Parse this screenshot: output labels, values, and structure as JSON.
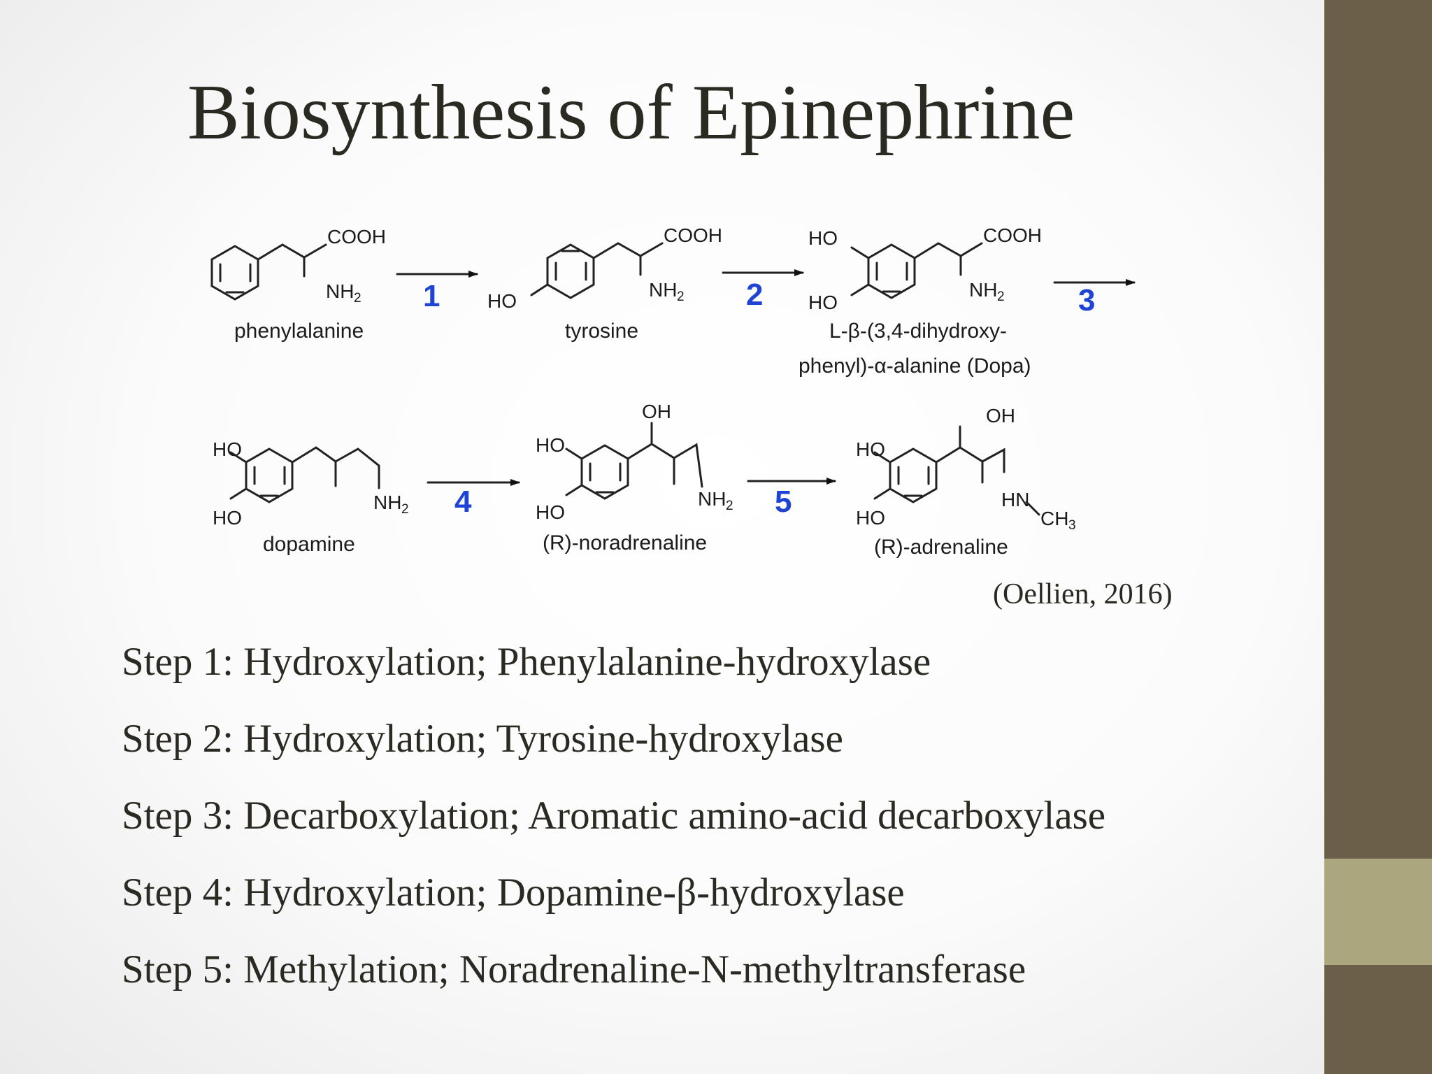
{
  "slide": {
    "title": "Biosynthesis of Epinephrine",
    "citation": "(Oellien, 2016)",
    "colors": {
      "sidebar": "#6b5f49",
      "sidebar_accent": "#aba67e",
      "step_number": "#1f44d4"
    }
  },
  "diagram": {
    "compounds": {
      "phenylalanine": "phenylalanine",
      "tyrosine": "tyrosine",
      "dopa_line1": "L-β-(3,4-dihydroxy-",
      "dopa_line2": "phenyl)-α-alanine (Dopa)",
      "dopamine": "dopamine",
      "noradrenaline": "(R)-noradrenaline",
      "adrenaline": "(R)-adrenaline"
    },
    "groups": {
      "cooh": "COOH",
      "nh2": "NH",
      "nh2_sub": "2",
      "ho": "HO",
      "oh": "OH",
      "hn": "HN",
      "ch3": "CH",
      "ch3_sub": "3"
    },
    "step_numbers": [
      "1",
      "2",
      "3",
      "4",
      "5"
    ]
  },
  "steps": [
    "Step 1: Hydroxylation; Phenylalanine-hydroxylase",
    "Step 2: Hydroxylation; Tyrosine-hydroxylase",
    "Step 3: Decarboxylation; Aromatic amino-acid decarboxylase",
    "Step 4: Hydroxylation; Dopamine-β-hydroxylase",
    "Step 5: Methylation; Noradrenaline-N-methyltransferase"
  ]
}
